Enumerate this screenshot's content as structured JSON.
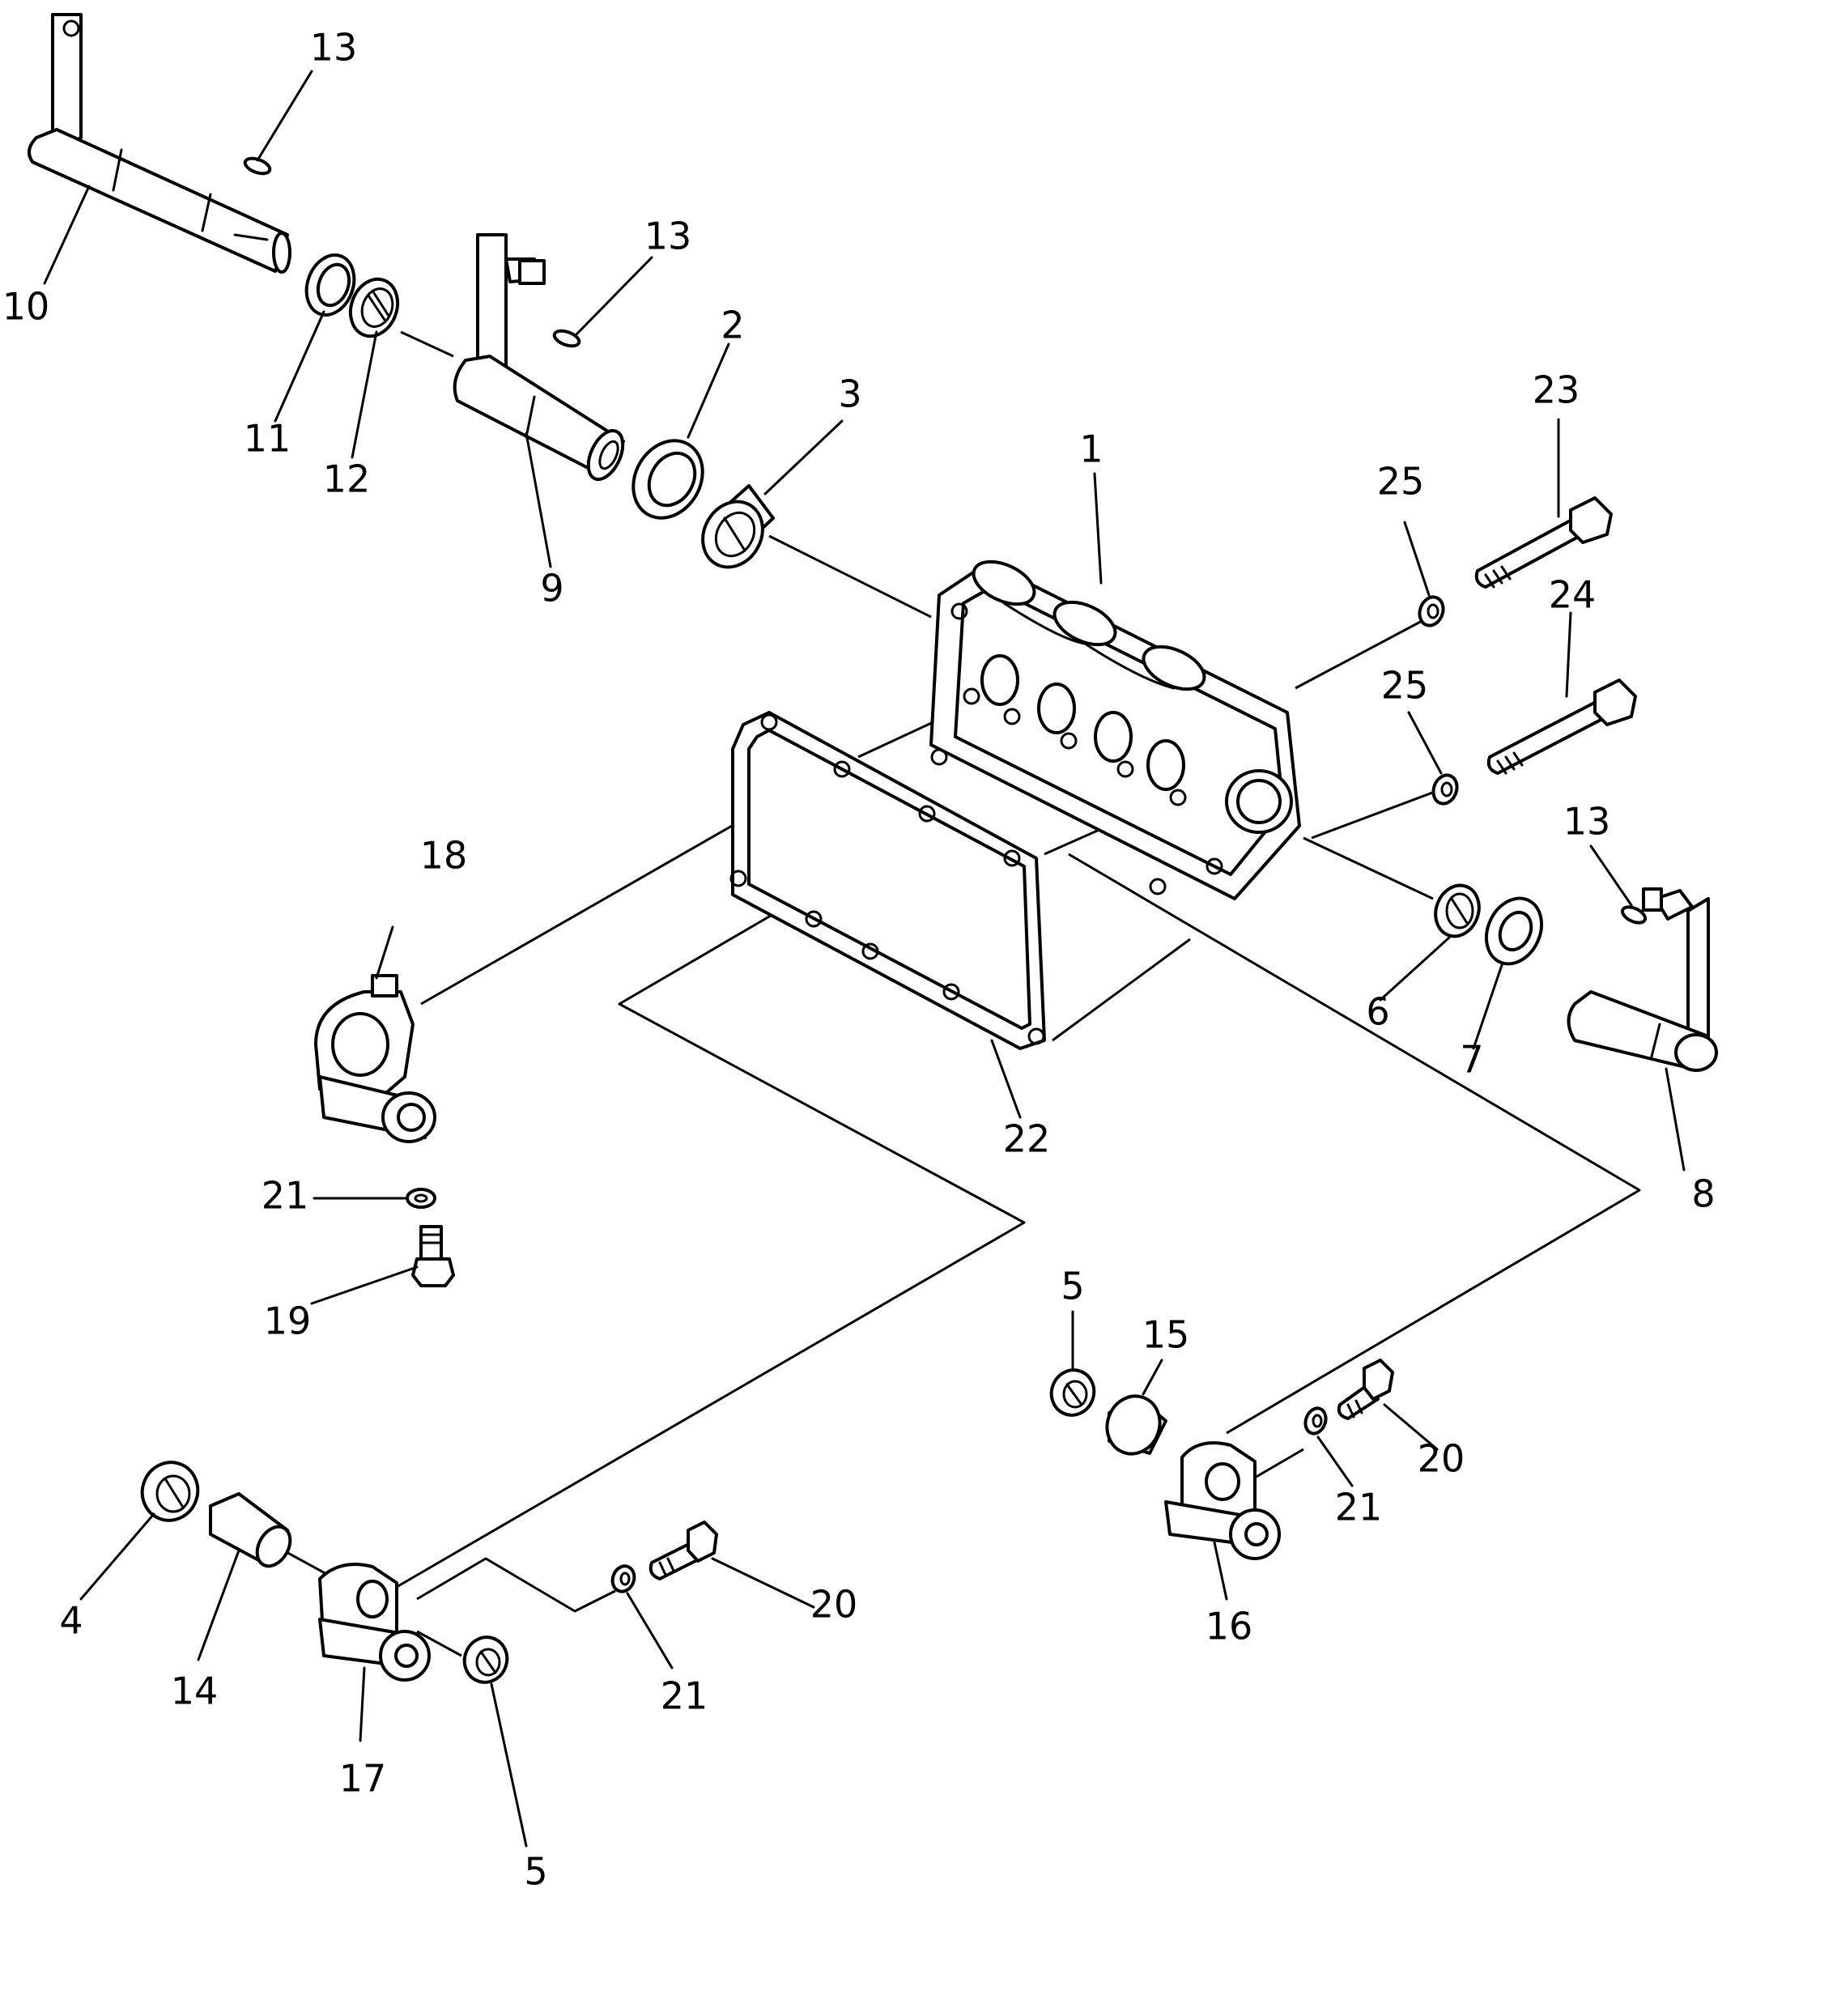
{
  "callouts": {
    "c1": "1",
    "c2": "2",
    "c3": "3",
    "c4": "4",
    "c5a": "5",
    "c5b": "5",
    "c6": "6",
    "c7": "7",
    "c8": "8",
    "c9": "9",
    "c10": "10",
    "c11": "11",
    "c12": "12",
    "c13a": "13",
    "c13b": "13",
    "c13c": "13",
    "c14": "14",
    "c15": "15",
    "c16": "16",
    "c17": "17",
    "c18": "18",
    "c19": "19",
    "c20a": "20",
    "c20b": "20",
    "c21a": "21",
    "c21b": "21",
    "c21c": "21",
    "c22": "22",
    "c23": "23",
    "c24": "24",
    "c25a": "25",
    "c25b": "25"
  }
}
